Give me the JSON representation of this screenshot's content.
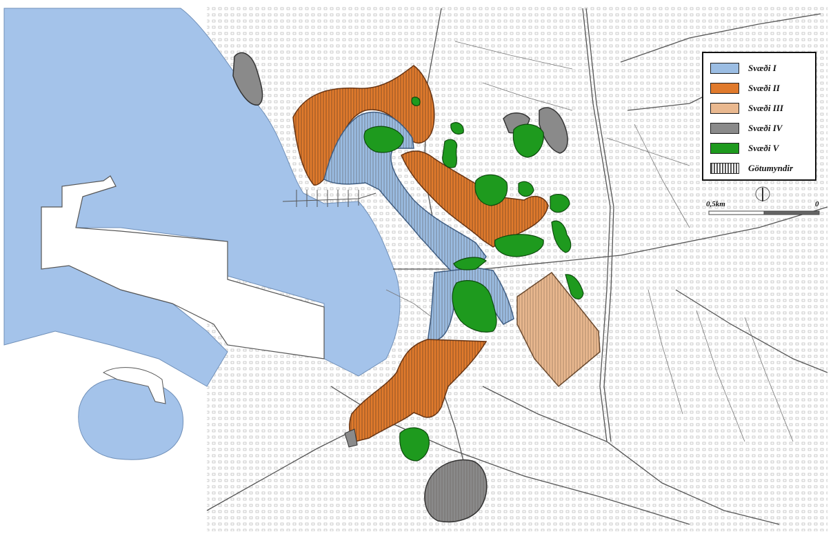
{
  "legend": {
    "items": [
      {
        "label": "Svæði I",
        "color": "#9bbde3",
        "pattern": "none"
      },
      {
        "label": "Svæði II",
        "color": "#e07a2c",
        "pattern": "none"
      },
      {
        "label": "Svæði III",
        "color": "#e9b88f",
        "pattern": "none"
      },
      {
        "label": "Svæði IV",
        "color": "#8a8a8a",
        "pattern": "none"
      },
      {
        "label": "Svæði V",
        "color": "#1e9a1e",
        "pattern": "none"
      },
      {
        "label": "Götumyndir",
        "color": "#777777",
        "pattern": "hatch"
      }
    ]
  },
  "scale": {
    "left_label": "0,5km",
    "right_label": "0"
  },
  "colors": {
    "sea": "#a4c3ea",
    "land": "#ffffff",
    "streets": "#555555"
  }
}
